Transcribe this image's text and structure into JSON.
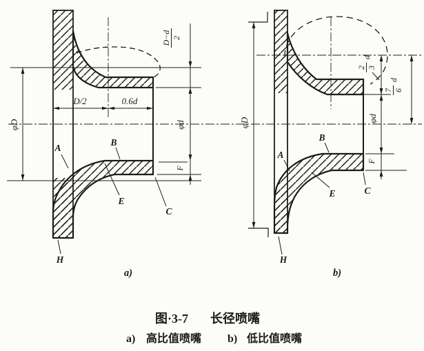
{
  "figure": {
    "caption": {
      "fig_no": "图·3-7",
      "title": "长径喷嘴",
      "sub_a_tag": "a)",
      "sub_a_title": "高比值喷嘴",
      "sub_b_tag": "b)",
      "sub_b_title": "低比值喷嘴"
    },
    "colors": {
      "ink": "#1b1b1b",
      "paper": "#fcfcf9"
    },
    "diagram_a": {
      "sub_tag": "a)",
      "dim_half_pipe": "D/2",
      "dim_throat_length": "0.6d",
      "dim_pipe_diameter": "φD",
      "dim_throat_diameter": "φd",
      "dim_step_numerator": "D−d",
      "dim_step_denominator": "2",
      "dim_exit_flat": "F",
      "label_a": "A",
      "label_b": "B",
      "label_c": "C",
      "label_e": "E",
      "label_h": "H"
    },
    "diagram_b": {
      "sub_tag": "b)",
      "dim_pipe_diameter": "φD",
      "dim_throat_diameter": "φd",
      "dim_exit_flat": "F",
      "dim_minor_numerator": "2",
      "dim_minor_denominator": "3",
      "dim_minor_suffix": "d",
      "dim_major_numerator": "7",
      "dim_major_denominator": "6",
      "dim_major_suffix": "d",
      "label_a": "A",
      "label_b": "B",
      "label_c": "C",
      "label_e": "E",
      "label_h": "H"
    }
  }
}
